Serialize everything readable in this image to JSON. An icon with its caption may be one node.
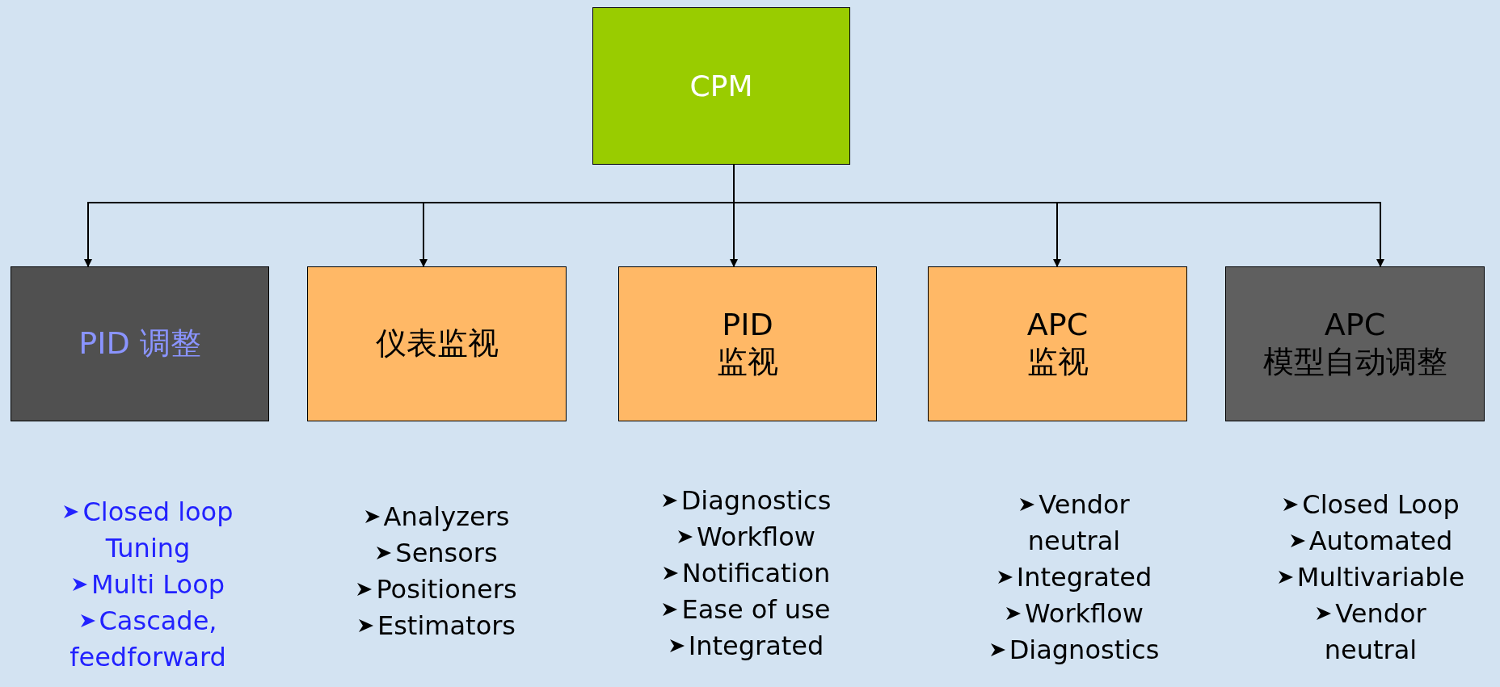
{
  "diagram": {
    "nodes": [
      {
        "text": [
          "CPM"
        ]
      },
      {
        "text": [
          "PID 调整"
        ],
        "beside": [
          "Closed loop Tuning",
          "Multi Loop",
          "Cascade, feedforward"
        ]
      },
      {
        "text": [
          "仪表监视"
        ],
        "beside": [
          "Analyzers",
          "Sensors",
          "Positioners",
          "Estimators"
        ]
      },
      {
        "text": [
          "PID 监视"
        ],
        "beside": [
          "Diagnostics",
          "Workflow",
          "Notification",
          "Ease of use",
          "Integrated"
        ]
      },
      {
        "text": [
          "APC 监视"
        ],
        "beside": [
          "Vendor neutral",
          "Integrated",
          "Workflow",
          "Diagnostics"
        ]
      },
      {
        "text": [
          "APC 模型自动调整"
        ],
        "beside": [
          "Closed Loop",
          "Automated",
          "Multivariable",
          "Vendor neutral"
        ]
      }
    ],
    "edges": [
      {
        "from": 0,
        "to": 1,
        "arrow": "to"
      },
      {
        "from": 0,
        "to": 2,
        "arrow": "to"
      },
      {
        "from": 0,
        "to": 3,
        "arrow": "to"
      },
      {
        "from": 0,
        "to": 4,
        "arrow": "to"
      },
      {
        "from": 0,
        "to": 5,
        "arrow": "to"
      }
    ]
  }
}
